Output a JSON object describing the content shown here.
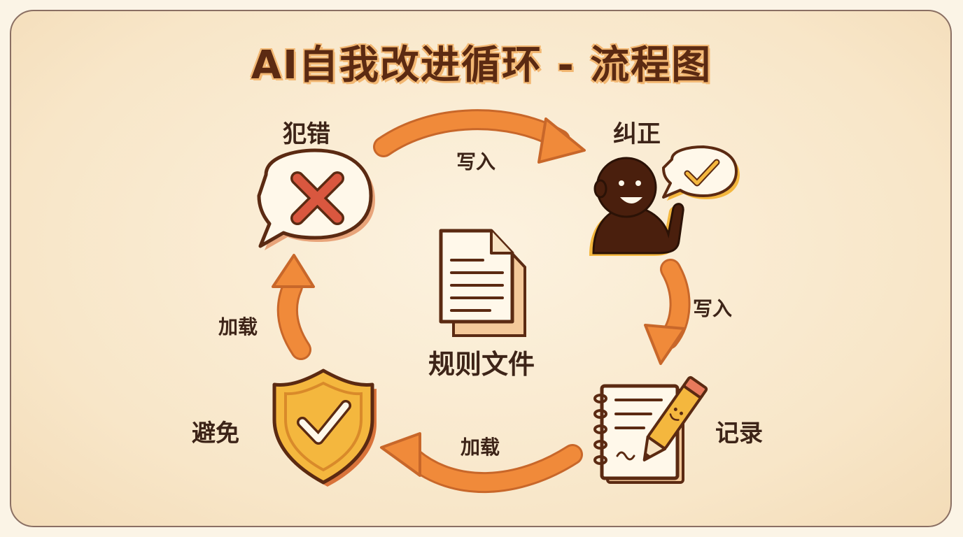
{
  "title": "AI自我改进循环 - 流程图",
  "nodes": {
    "mistake": "犯错",
    "correct": "纠正",
    "record": "记录",
    "avoid": "避免",
    "center": "规则文件"
  },
  "edges": {
    "mistake_to_correct": "写入",
    "correct_to_record": "写入",
    "record_to_avoid": "加载",
    "avoid_to_mistake": "加载"
  },
  "colors": {
    "arrow": "#f08a3a",
    "arrow_dark": "#c8672a",
    "outline": "#5b2a12",
    "cross": "#d9573f",
    "shield": "#f4b73e",
    "person": "#4a1f0d",
    "paper": "#fff8ea"
  },
  "icons": {
    "mistake": "speech-bubble-cross-icon",
    "correct": "person-check-bubble-icon",
    "record": "notebook-pencil-icon",
    "avoid": "shield-check-icon",
    "center": "document-icon"
  }
}
